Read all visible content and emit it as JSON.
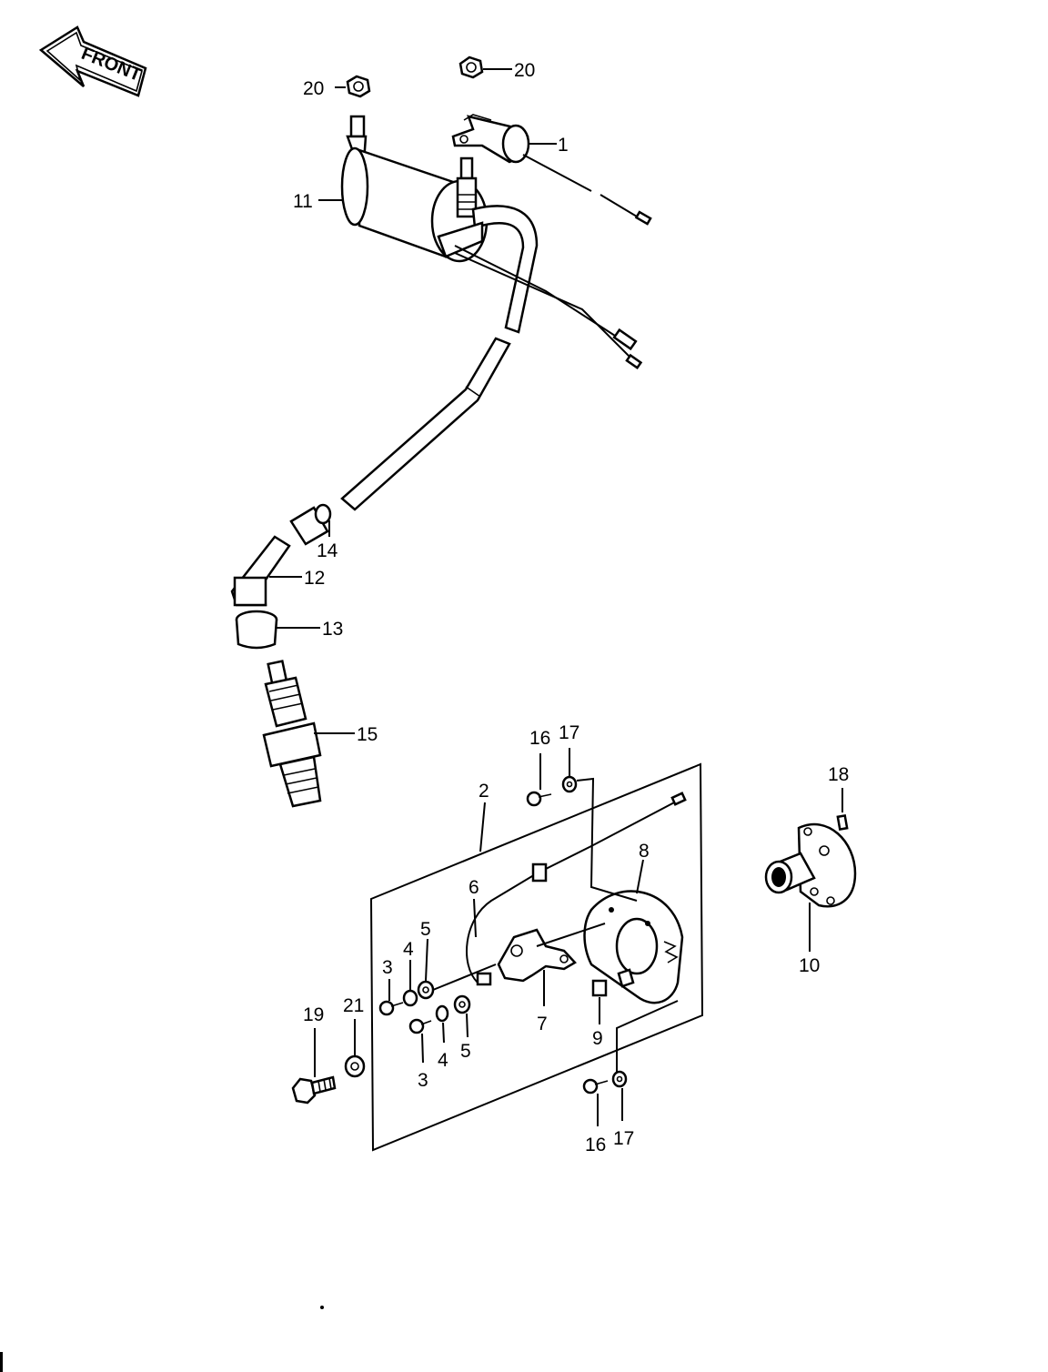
{
  "front_badge": "FRONT",
  "callouts": {
    "c1": "1",
    "c2": "2",
    "c3a": "3",
    "c3b": "3",
    "c4a": "4",
    "c4b": "4",
    "c5a": "5",
    "c5b": "5",
    "c6": "6",
    "c7": "7",
    "c8": "8",
    "c9": "9",
    "c10": "10",
    "c11": "11",
    "c12": "12",
    "c13": "13",
    "c14": "14",
    "c15": "15",
    "c16a": "16",
    "c16b": "16",
    "c17a": "17",
    "c17b": "17",
    "c18": "18",
    "c19": "19",
    "c20a": "20",
    "c20b": "20",
    "c21": "21"
  }
}
